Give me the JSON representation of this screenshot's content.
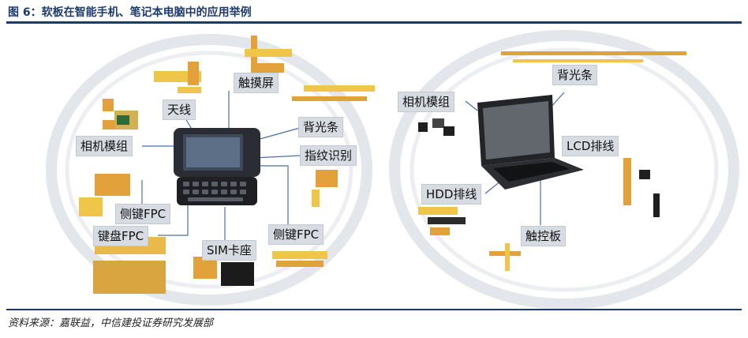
{
  "figure": {
    "title": "图 6：软板在智能手机、笔记本电脑中的应用举例",
    "source": "资料来源：嘉联益，中信建投证券研究发展部"
  },
  "phone_labels": {
    "touch_screen": "触摸屏",
    "antenna": "天线",
    "camera_module": "相机模组",
    "backlight": "背光条",
    "fingerprint": "指纹识别",
    "side_key_fpc_left": "侧键FPC",
    "keyboard_fpc": "键盘FPC",
    "sim_socket": "SIM卡座",
    "side_key_fpc_right": "侧键FPC"
  },
  "laptop_labels": {
    "backlight": "背光条",
    "camera_module": "相机模组",
    "lcd_cable": "LCD排线",
    "hdd_cable": "HDD排线",
    "touchpad": "触控板"
  },
  "colors": {
    "navy": "#1c3a6e",
    "label_bg": "#d7dce3",
    "fpc_orange": "#e2a13a",
    "fpc_yellow": "#efc64a"
  }
}
